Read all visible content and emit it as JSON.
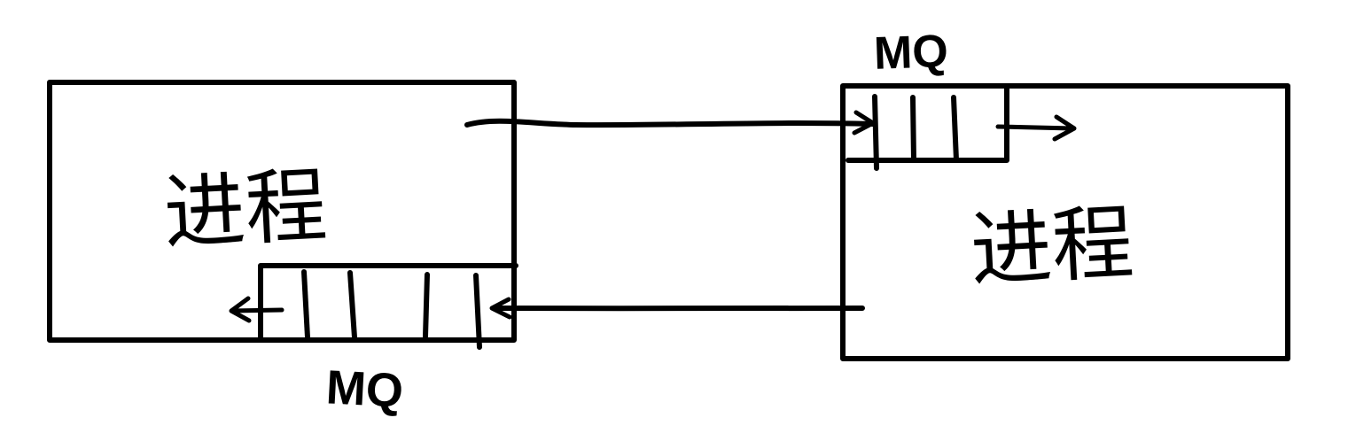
{
  "diagram": {
    "left_process": {
      "label": "进程"
    },
    "right_process": {
      "label": "进程"
    },
    "left_queue": {
      "label": "MQ"
    },
    "right_queue": {
      "label": "MQ"
    }
  },
  "style": {
    "ink": "#000000",
    "background": "#ffffff"
  }
}
